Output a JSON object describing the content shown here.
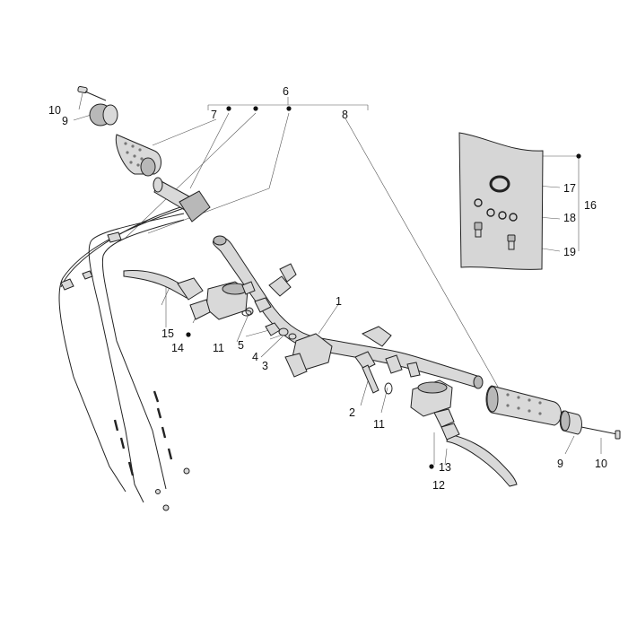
{
  "labels": {
    "l1": "1",
    "l2": "2",
    "l3": "3",
    "l4": "4",
    "l5": "5",
    "l6": "6",
    "l7": "7",
    "l8": "8",
    "l9a": "9",
    "l9b": "9",
    "l10a": "10",
    "l10b": "10",
    "l11a": "11",
    "l11b": "11",
    "l12": "12",
    "l13": "13",
    "l14": "14",
    "l15": "15",
    "l16": "16",
    "l17": "17",
    "l18": "18",
    "l19": "19"
  },
  "colors": {
    "line": "#222222",
    "part_fill": "#d9d9d9",
    "part_dark": "#b8b8b8",
    "bag_fill": "#d6d6d6"
  }
}
